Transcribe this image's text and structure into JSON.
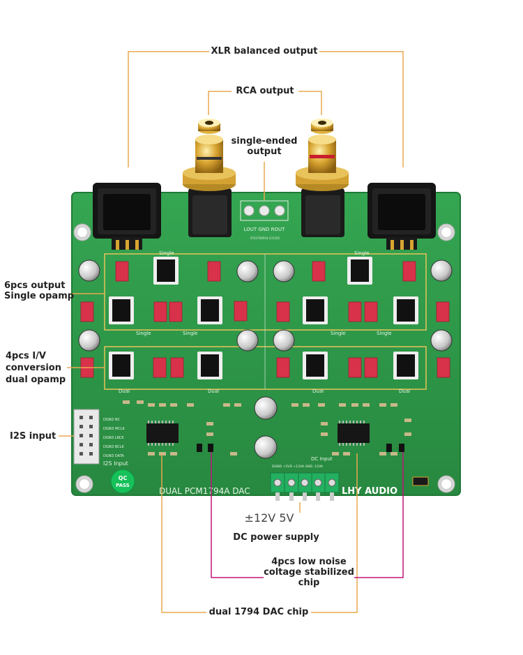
{
  "labels": {
    "xlr": "XLR balanced output",
    "rca": "RCA output",
    "single_ended": [
      "single-ended",
      "output"
    ],
    "opamp6": [
      "6pcs output",
      "Single opamp"
    ],
    "iv": [
      "4pcs I/V",
      "conversion",
      "dual opamp"
    ],
    "i2s": "I2S input",
    "voltage": "±12V 5V",
    "dc_supply": "DC power supply",
    "regulator": [
      "4pcs low noise",
      "coltage stabilized",
      "chip"
    ],
    "dac_chip": "dual 1794 DAC chip"
  },
  "board": {
    "title": "DUAL PCM1794A DAC",
    "brand": "LHY AUDIO",
    "qc": [
      "QC",
      "PASS"
    ],
    "rca_pins": "LOUT GND ROUT",
    "i2s_silk": "I2S Input",
    "i2s_pins": [
      "DGND NC",
      "DGND MCLK",
      "DGND LRCK",
      "DGND BCLK",
      "DGND DATA"
    ],
    "dc_input": "DC Input",
    "dc_pins": "DGND +5VD +12VA GND -12VA",
    "single_tag": "Single",
    "dual_tag": "Dual",
    "serial": "STK37B6P04-231205"
  },
  "colors": {
    "pcb": "#2f9a4a",
    "callout_line": "#e8a850",
    "regulator_line": "#c0137a",
    "capacitor_red": "#d8324a"
  }
}
